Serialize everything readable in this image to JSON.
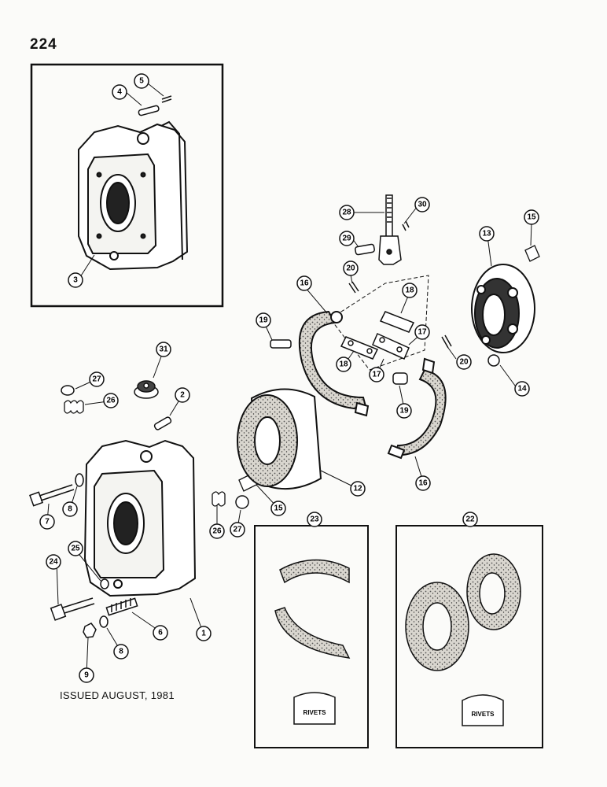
{
  "page_number": "224",
  "issued": "ISSUED AUGUST, 1981",
  "kit_23": {
    "label": "RIVETS"
  },
  "kit_22": {
    "label": "RIVETS"
  },
  "callouts": {
    "c1": "1",
    "c2": "2",
    "c3": "3",
    "c4": "4",
    "c5": "5",
    "c6": "6",
    "c7": "7",
    "c8a": "8",
    "c8b": "8",
    "c9": "9",
    "c12": "12",
    "c13": "13",
    "c14": "14",
    "c15a": "15",
    "c15b": "15",
    "c16a": "16",
    "c16b": "16",
    "c17a": "17",
    "c17b": "17",
    "c18a": "18",
    "c18b": "18",
    "c19a": "19",
    "c19b": "19",
    "c20a": "20",
    "c20b": "20",
    "c22": "22",
    "c23": "23",
    "c24": "24",
    "c25": "25",
    "c26a": "26",
    "c26b": "26",
    "c27a": "27",
    "c27b": "27",
    "c28": "28",
    "c29": "29",
    "c30": "30",
    "c31": "31"
  }
}
